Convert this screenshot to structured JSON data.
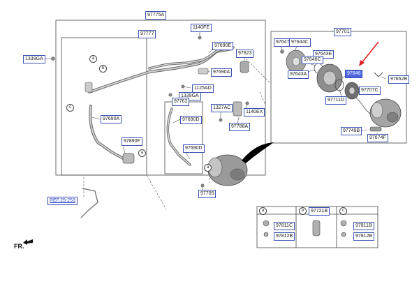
{
  "labels": {
    "l97775a": "97775A",
    "l97777": "97777",
    "l1140fe": "1140FE",
    "l1339ga_left": "1339GA",
    "l97690e": "97690E",
    "l97623": "97623",
    "l97690a_top": "97690A",
    "l1125ad": "1125AD",
    "l1339ga_mid": "1339GA",
    "l97762": "97762",
    "l97690a_mid": "97690A",
    "l97690d_top": "97690D",
    "l97890f": "97890F",
    "l97690d_bot": "97690D",
    "l97705": "97705",
    "l1327ac": "1327AC",
    "l1140ex": "1140EX",
    "l97788a": "97788A",
    "l97701": "97701",
    "l97647": "97647",
    "l97644c": "97644C",
    "l97643e": "97643E",
    "l97646c": "97646C",
    "l97643a": "97643A",
    "l97646": "97646",
    "l97652b": "97652B",
    "l97707c": "97707C",
    "l97711d": "97711D",
    "l97749b": "97749B",
    "l97674f": "97674F",
    "l97721b": "97721B",
    "l97811c": "97811C",
    "l97812b_a": "97812B",
    "l97811b": "97811B",
    "l97812b_c": "97812B",
    "ref": "REF.25-253"
  },
  "callouts": {
    "a": "a",
    "b": "b",
    "c": "c"
  },
  "front": "FR.",
  "colors": {
    "label_border": "#3b52b4",
    "highlight": "#4d66e0",
    "pointer_arrow": "#e02020"
  }
}
